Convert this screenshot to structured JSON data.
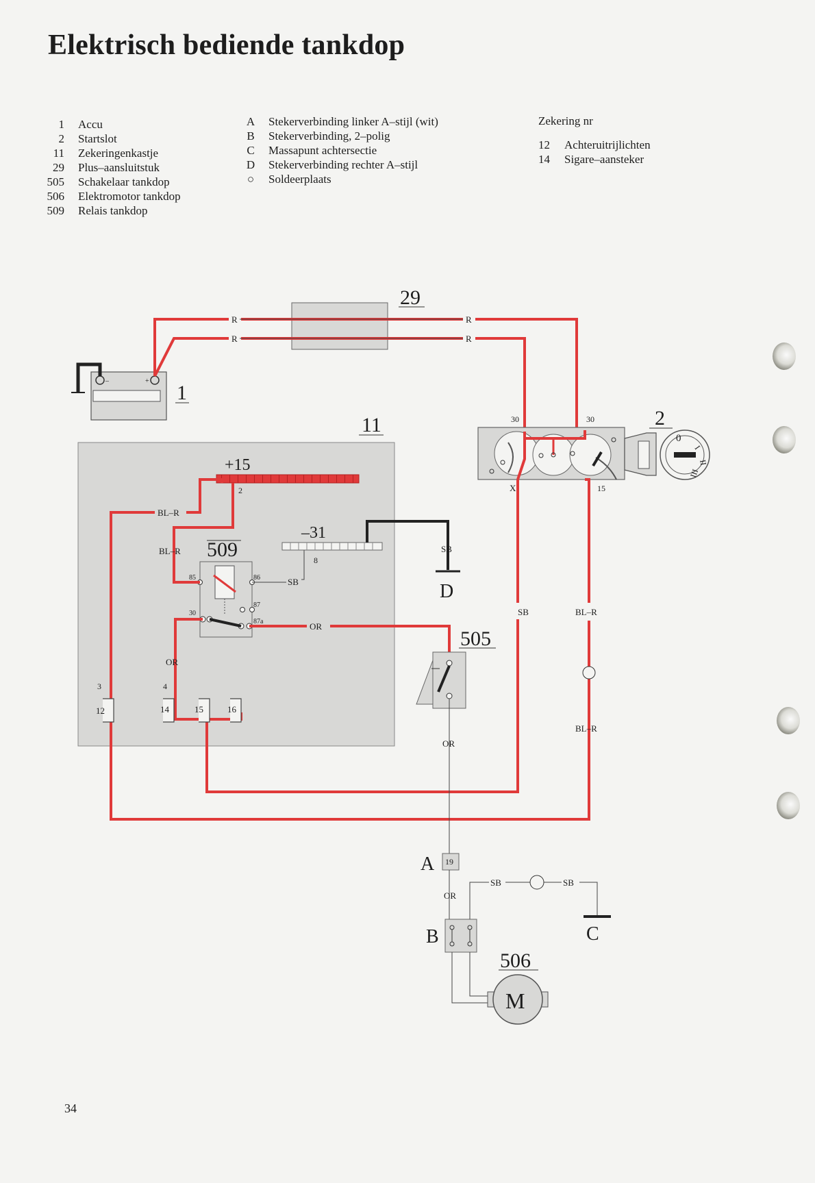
{
  "title": "Elektrisch bediende tankdop",
  "page_number": "34",
  "legend_numbers": [
    {
      "num": "1",
      "label": "Accu"
    },
    {
      "num": "2",
      "label": "Startslot"
    },
    {
      "num": "11",
      "label": "Zekeringenkastje"
    },
    {
      "num": "29",
      "label": "Plus–aansluitstuk"
    },
    {
      "num": "505",
      "label": "Schakelaar tankdop"
    },
    {
      "num": "506",
      "label": "Elektromotor tankdop"
    },
    {
      "num": "509",
      "label": "Relais tankdop"
    }
  ],
  "legend_letters": [
    {
      "key": "A",
      "label": "Stekerverbinding linker A–stijl (wit)"
    },
    {
      "key": "B",
      "label": "Stekerverbinding, 2–polig"
    },
    {
      "key": "C",
      "label": "Massapunt achtersectie"
    },
    {
      "key": "D",
      "label": "Stekerverbinding rechter A–stijl"
    },
    {
      "key": "○",
      "label": "Soldeerplaats"
    }
  ],
  "fuses": {
    "heading": "Zekering nr",
    "items": [
      {
        "num": "12",
        "label": "Achteruitrijlichten"
      },
      {
        "num": "14",
        "label": "Sigare–aansteker"
      }
    ]
  },
  "colors": {
    "wire_red": "#e03a3a",
    "wire_black": "#222222",
    "fill_grey": "#d8d8d6"
  },
  "diagram": {
    "comp_1": "1",
    "comp_2": "2",
    "comp_11": "11",
    "comp_29": "29",
    "comp_505": "505",
    "comp_506": "506",
    "comp_509": "509",
    "plus15": "+15",
    "minus31": "–31",
    "conn_A": "A",
    "conn_B": "B",
    "conn_C": "C",
    "conn_D": "D",
    "pin_19": "19",
    "wire_R": "R",
    "wire_SB": "SB",
    "wire_OR": "OR",
    "wire_BLR": "BL–R",
    "term_30": "30",
    "term_15": "15",
    "term_X": "X",
    "relay_85": "85",
    "relay_86": "86",
    "relay_87": "87",
    "relay_87a": "87a",
    "relay_30": "30",
    "bus_pin_2": "2",
    "bus_pin_8": "8",
    "fuse_3": "3",
    "fuse_4": "4",
    "fuse_12": "12",
    "fuse_14": "14",
    "fuse_15": "15",
    "fuse_16": "16",
    "batt_minus": "–",
    "batt_plus": "+",
    "key_0": "0",
    "key_I": "I",
    "key_II": "II",
    "key_III": "III",
    "motor_M": "M"
  }
}
